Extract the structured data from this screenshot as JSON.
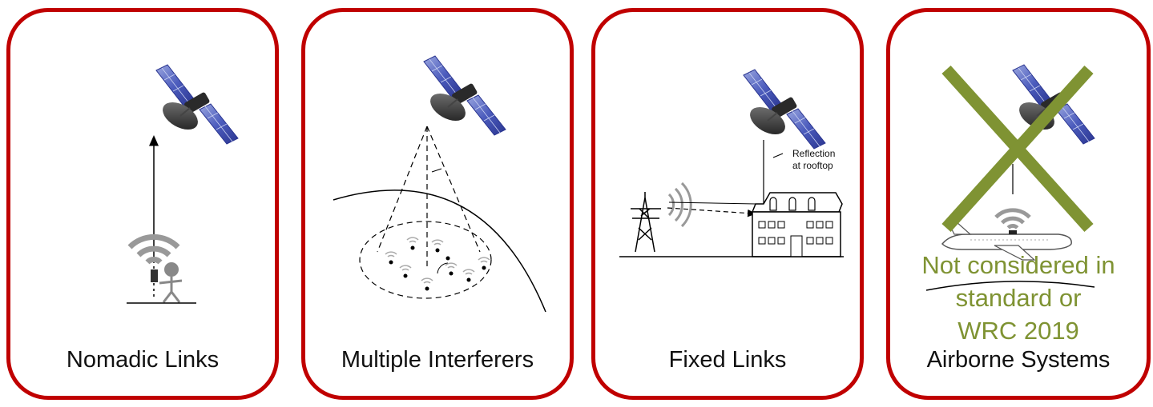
{
  "panels": [
    {
      "caption": "Nomadic Links"
    },
    {
      "caption": "Multiple Interferers"
    },
    {
      "caption": "Fixed Links",
      "annotation_line1": "Reflection",
      "annotation_line2": "at rooftop"
    },
    {
      "caption": "Airborne Systems",
      "note_line1": "Not considered in",
      "note_line2": "standard or",
      "note_line3": "WRC 2019"
    }
  ],
  "colors": {
    "frame": "#c00000",
    "cross": "#7f9333",
    "note_text": "#7f9333"
  },
  "icons": [
    "satellite-icon",
    "wifi-icon",
    "person-icon",
    "transmission-tower-icon",
    "building-icon",
    "airplane-icon",
    "cross-out-icon"
  ]
}
